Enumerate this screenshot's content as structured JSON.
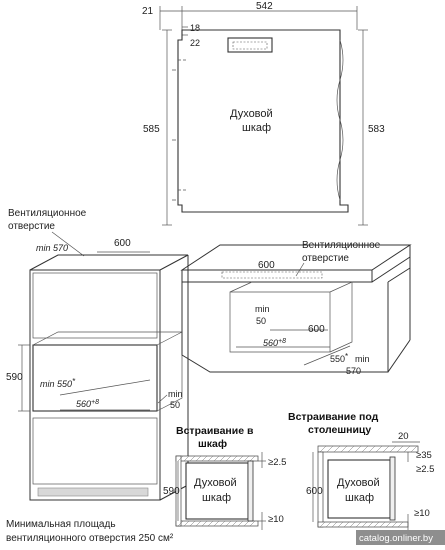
{
  "top_view": {
    "dim_21": "21",
    "dim_542": "542",
    "dim_18": "18",
    "dim_22": "22",
    "dim_585": "585",
    "dim_583": "583",
    "oven_line1": "Духовой",
    "oven_line2": "шкаф"
  },
  "cabinet_view": {
    "vent_line1": "Вентиляционное",
    "vent_line2": "отверстие",
    "dim_min570": "min 570",
    "dim_600": "600",
    "dim_590": "590",
    "dim_min550": "min 550",
    "dim_min550_star": "*",
    "dim_560": "560",
    "dim_560_tol": "+8",
    "dim_min50_a": "min",
    "dim_min50_b": "50",
    "min_area_line1": "Минимальная площадь",
    "min_area_line2": "вентиляционного отверстия 250 см²"
  },
  "counter_view": {
    "vent_line1": "Вентиляционное",
    "vent_line2": "отверстие",
    "dim_600_top": "600",
    "dim_min50_a": "min",
    "dim_min50_b": "50",
    "dim_600_side": "600",
    "dim_560": "560",
    "dim_560_tol": "+8",
    "dim_550": "550",
    "dim_550_star": "*",
    "dim_min570_a": "min",
    "dim_min570_b": "570"
  },
  "inset_cabinet": {
    "title_line1": "Встраивание в",
    "title_line2": "шкаф",
    "dim_gap_top": "≥2.5",
    "dim_590": "590",
    "dim_gap_bottom": "≥10",
    "oven_line1": "Духовой",
    "oven_line2": "шкаф"
  },
  "inset_counter": {
    "title_line1": "Встраивание под",
    "title_line2": "столешницу",
    "dim_20": "20",
    "dim_gap35": "≥35",
    "dim_gap_top": "≥2.5",
    "dim_600": "600",
    "dim_gap_bottom": "≥10",
    "oven_line1": "Духовой",
    "oven_line2": "шкаф"
  },
  "watermark": "catalog.onliner.by"
}
